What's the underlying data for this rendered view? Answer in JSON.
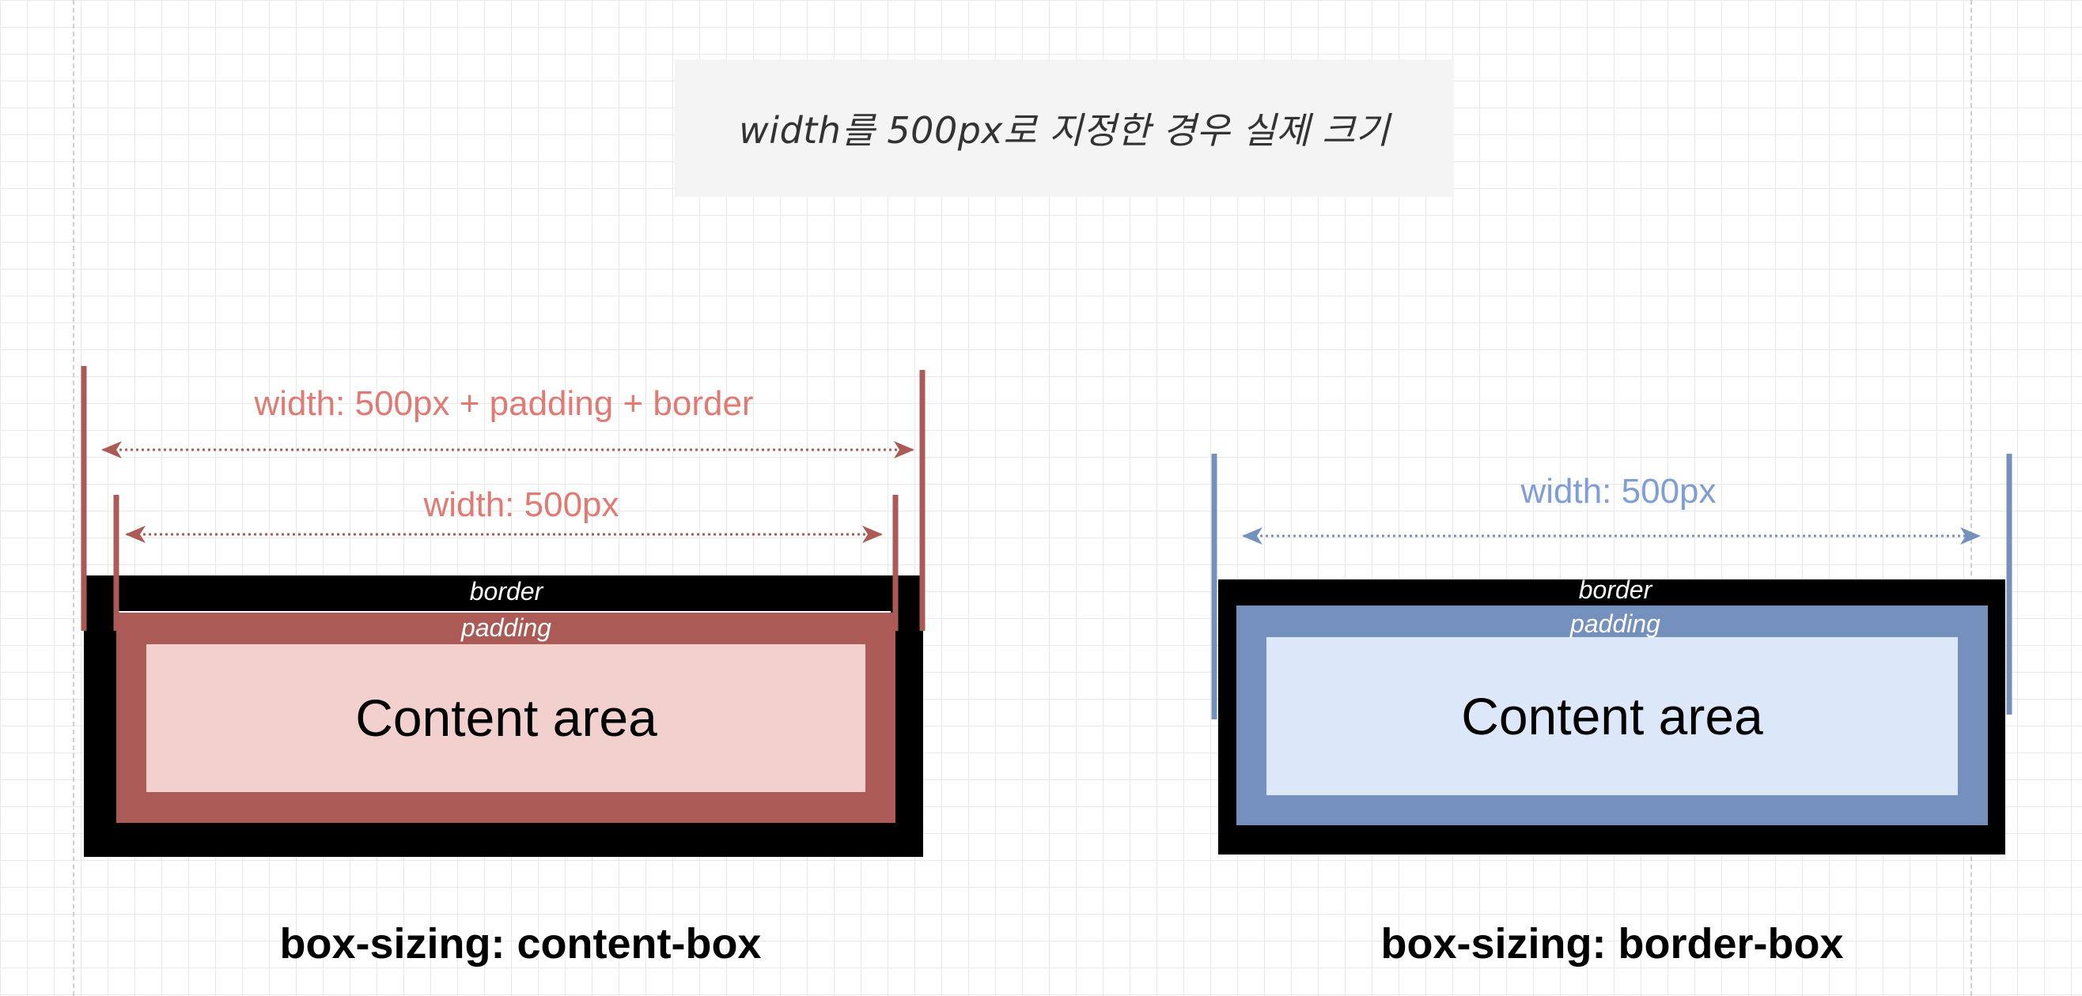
{
  "title": "width를 500px로 지정한 경우 실제 크기",
  "colors": {
    "red_dark": "#ab5a55",
    "red_light": "#f2d0ce",
    "red_text": "#e07a72",
    "blue_dark": "#7490bd",
    "blue_light": "#dce7f9",
    "blue_text": "#7f9ed8",
    "border_black": "#000000"
  },
  "content_box": {
    "dimension_outer": "width: 500px + padding + border",
    "dimension_inner": "width: 500px",
    "border_label": "border",
    "padding_label": "padding",
    "content_label": "Content area",
    "caption": "box-sizing: content-box"
  },
  "border_box": {
    "dimension": "width: 500px",
    "border_label": "border",
    "padding_label": "padding",
    "content_label": "Content area",
    "caption": "box-sizing: border-box"
  }
}
